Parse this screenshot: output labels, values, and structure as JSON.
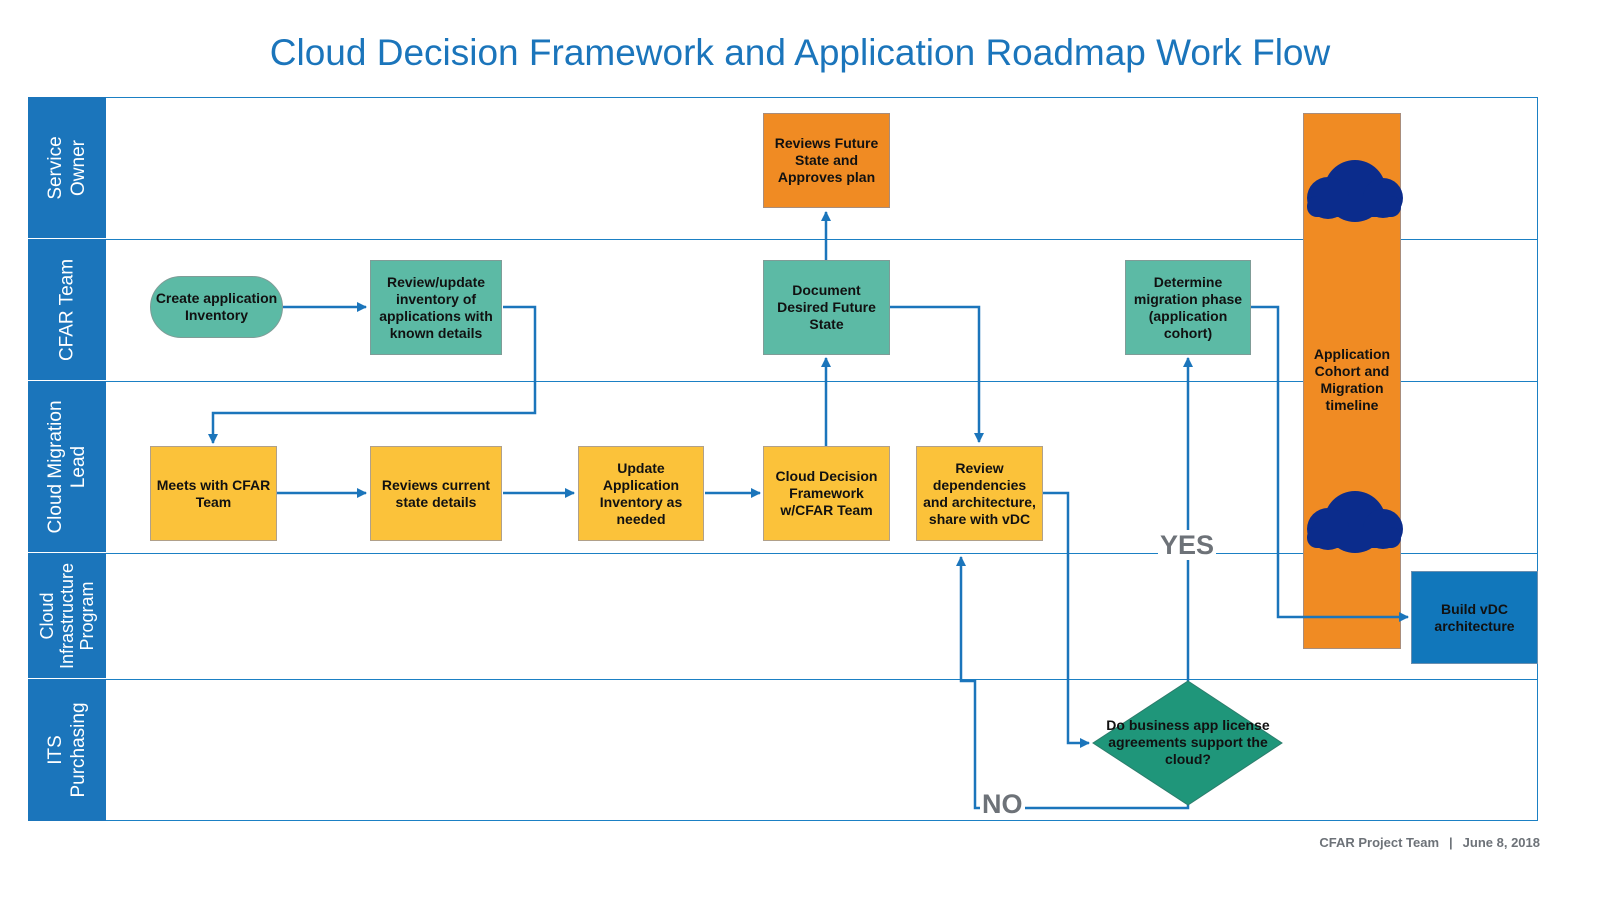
{
  "title": "Cloud Decision Framework and Application Roadmap Work Flow",
  "lanes": [
    "Service\nOwner",
    "CFAR Team",
    "Cloud Migration\nLead",
    "Cloud\nInfrastructure\nProgram",
    "ITS\nPurchasing"
  ],
  "nodes": {
    "create_inventory": "Create application Inventory",
    "review_inventory": "Review/update inventory of applications with known details",
    "meets_cfar": "Meets with CFAR Team",
    "reviews_current": "Reviews current state details",
    "update_inventory": "Update Application Inventory as needed",
    "cloud_decision": "Cloud Decision Framework w/CFAR Team",
    "document_future": "Document Desired Future State",
    "reviews_future": "Reviews Future State and Approves plan",
    "review_dependencies": "Review dependencies and architecture, share with vDC",
    "determine_phase": "Determine migration phase (application cohort)",
    "cohort_timeline": "Application Cohort and Migration timeline",
    "build_vdc": "Build vDC architecture",
    "decision": "Do business app license agreements support the cloud?"
  },
  "edge_labels": {
    "yes": "YES",
    "no": "NO"
  },
  "footer": {
    "team": "CFAR Project Team",
    "separator": "|",
    "date": "June 8, 2018"
  },
  "colors": {
    "title": "#1b75bb",
    "lane_header": "#1b75bb",
    "teal_box": "#5cbaa5",
    "yellow_box": "#fbc23a",
    "orange_box": "#f08b23",
    "blue_box": "#1177bb",
    "diamond": "#1f967a",
    "cloud_icon": "#0b2c8c",
    "arrow": "#1b75bb"
  },
  "icons": [
    "cloud-icon",
    "cloud-icon"
  ]
}
